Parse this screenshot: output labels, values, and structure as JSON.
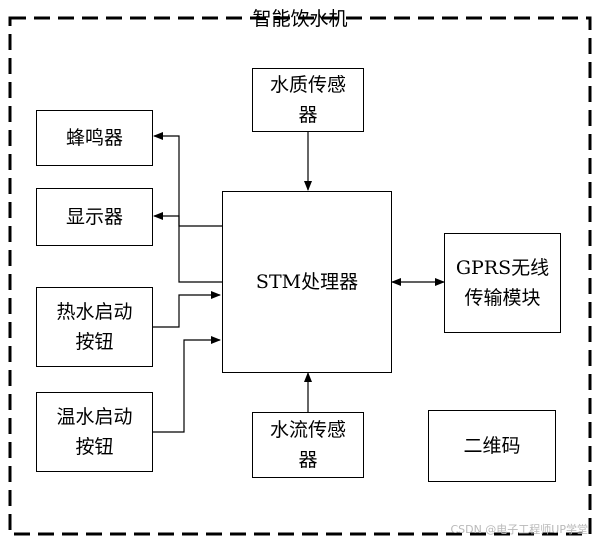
{
  "title": "智能饮水机",
  "blocks": {
    "water_quality_sensor": "水质传感\n器",
    "buzzer": "蜂鸣器",
    "display": "显示器",
    "hot_water_button": "热水启动\n按钮",
    "warm_water_button": "温水启动\n按钮",
    "stm_processor": "STM处理器",
    "gprs_module": "GPRS无线\n传输模块",
    "water_flow_sensor": "水流传感\n器",
    "qr_code": "二维码"
  },
  "watermark": "CSDN @电子工程师UP学堂"
}
